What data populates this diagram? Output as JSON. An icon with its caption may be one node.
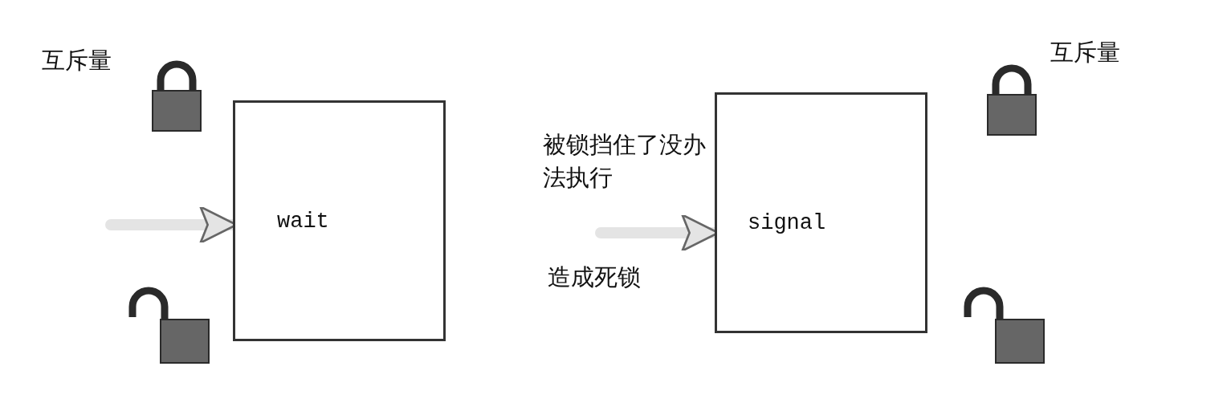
{
  "diagram": {
    "nodes": [
      {
        "text": [
          "wait"
        ]
      },
      {
        "text": [
          "signal"
        ]
      }
    ],
    "edges": [
      {
        "from": null,
        "to": 0,
        "arrow": "to"
      },
      {
        "from": null,
        "to": 1,
        "arrow": "to"
      }
    ],
    "labels": [
      "互斥量",
      "互斥量",
      "被锁挡住了没办法执行",
      "造成死锁"
    ]
  }
}
